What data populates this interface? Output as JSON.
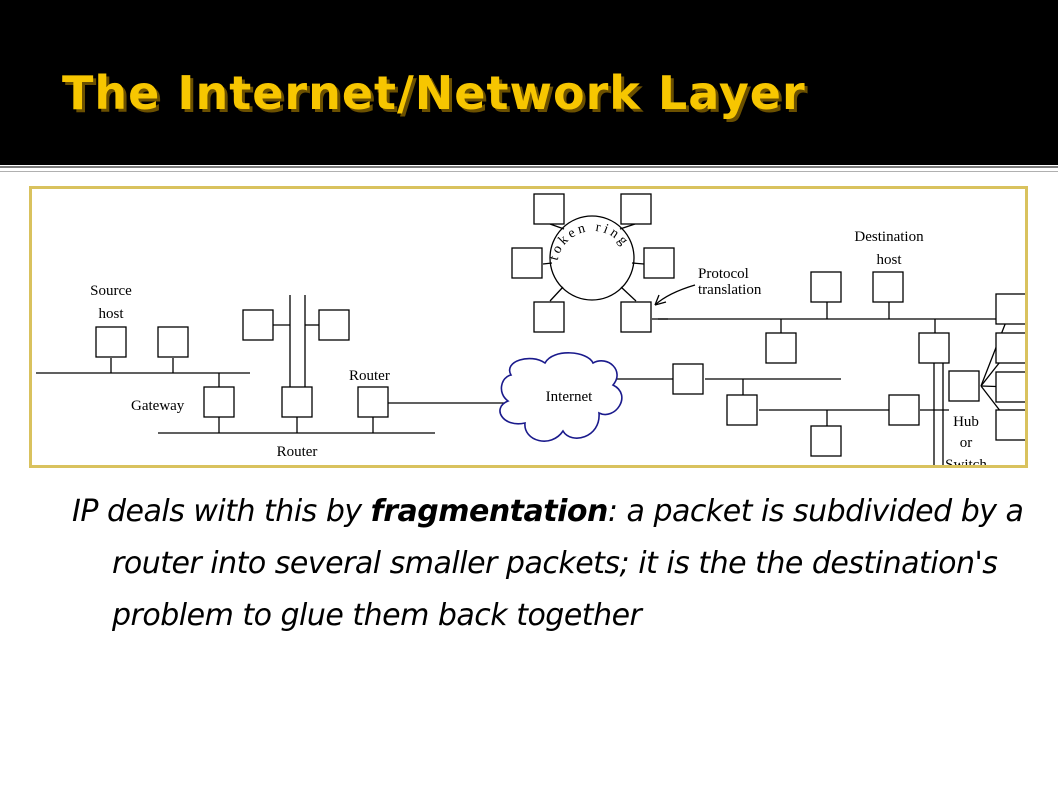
{
  "slide": {
    "title": "The Internet/Network Layer",
    "caption_before": "IP deals with this by ",
    "caption_emphasis": "fragmentation",
    "caption_after": ": a packet is subdivided by a router into several smaller packets; it is the the destination's problem to glue them back together"
  },
  "diagram": {
    "labels": {
      "source_host_line1": "Source",
      "source_host_line2": "host",
      "gateway": "Gateway",
      "router_bottom": "Router",
      "router_mid": "Router",
      "internet": "Internet",
      "ring": "token ring",
      "protocol_line1": "Protocol",
      "protocol_line2": "translation",
      "destination_line1": "Destination",
      "destination_line2": "host",
      "hub_line1": "Hub",
      "hub_line2": "or",
      "hub_line3": "Switch"
    }
  },
  "colors": {
    "title_bar": "#000000",
    "title_text": "#f7c600",
    "frame_border": "#d9c25e",
    "cloud_stroke": "#1a1a8c"
  }
}
